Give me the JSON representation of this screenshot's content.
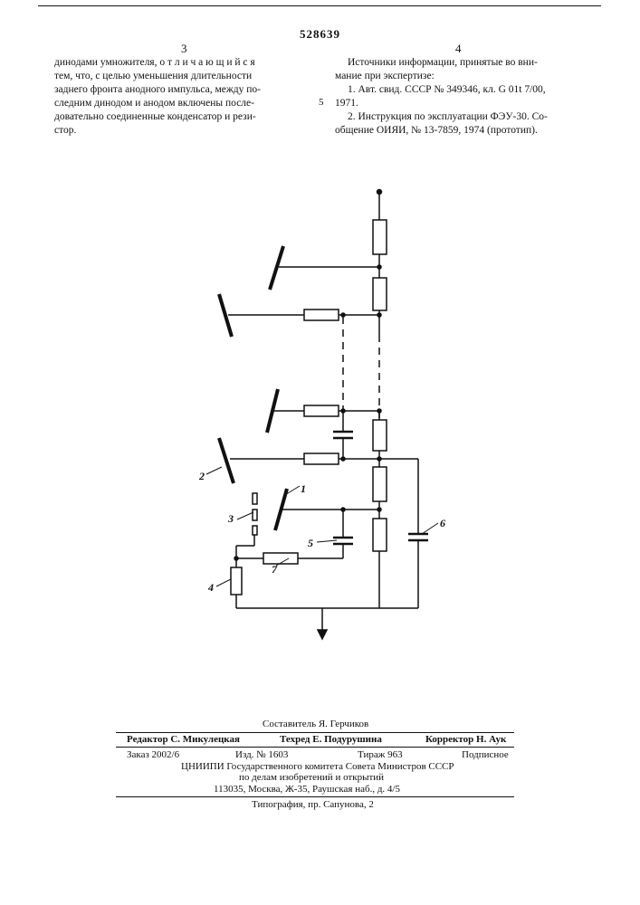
{
  "header": {
    "patent_number": "528639",
    "col_left": "3",
    "col_right": "4"
  },
  "left_column": {
    "lines": [
      "динодами умножителя, о т л и ч а ю щ и й с я",
      "тем, что, с целью уменьшения длительности",
      "заднего фронта анодного импульса, между по-",
      "следним динодом и анодом включены после-",
      "довательно соединенные конденсатор и рези-",
      "стор."
    ]
  },
  "line_number": "5",
  "right_column": {
    "lines": [
      "Источники информации, принятые во вни-",
      "мание при экспертизе:",
      "1. Авт. свид. СССР № 349346, кл. G 01t 7/00,",
      "1971.",
      "2. Инструкция по эксплуатации ФЭУ-30. Со-",
      "общение ОИЯИ, № 13-7859, 1974 (прототип)."
    ]
  },
  "schematic": {
    "labels": {
      "l1": "1",
      "l2": "2",
      "l3": "3",
      "l4": "4",
      "l5": "5",
      "l6": "6",
      "l7": "7"
    }
  },
  "imprint": {
    "compiler": "Составитель Я. Герчиков",
    "editor": "Редактор С. Микулецкая",
    "techred": "Техред Е. Подурушина",
    "corrector": "Корректор Н. Аук",
    "order": "Заказ 2002/6",
    "izd": "Изд. № 1603",
    "tirazh": "Тираж 963",
    "podpisnoe": "Подписное",
    "org1": "ЦНИИПИ Государственного комитета Совета Министров СССР",
    "org2": "по делам изобретений и открытий",
    "address": "113035, Москва, Ж-35, Раушская наб., д. 4/5",
    "typography": "Типография, пр. Сапунова, 2"
  }
}
